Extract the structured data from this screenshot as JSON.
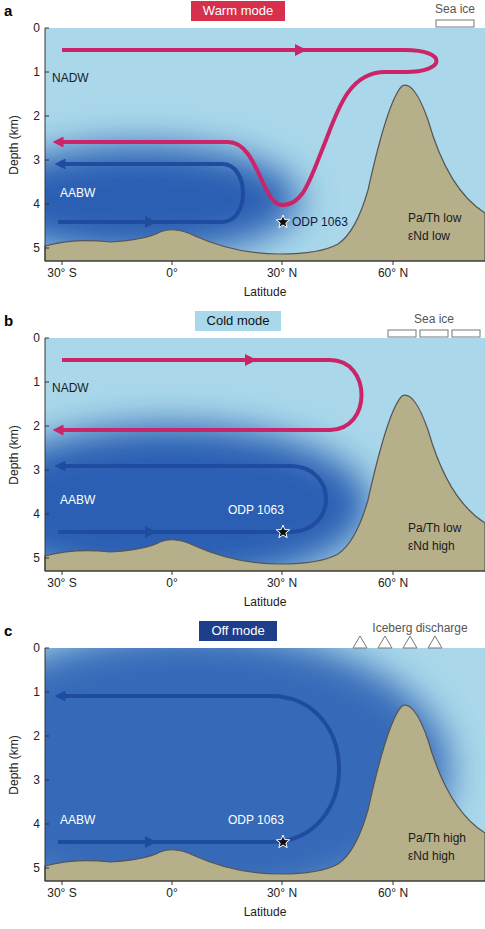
{
  "diagram": {
    "nodes": [
      {
        "text": [
          "Warm mode"
        ]
      },
      {
        "text": [
          "Cold mode"
        ]
      },
      {
        "text": [
          "Off mode"
        ]
      }
    ],
    "labels": [
      "a",
      "Sea ice",
      "0",
      "1",
      "2",
      "3",
      "4",
      "5",
      "Depth (km)",
      "NADW",
      "AABW",
      "ODP 1063",
      "Pa/Th low",
      "εNd low",
      "30° S",
      "0°",
      "30° N",
      "60° N",
      "Latitude",
      "b",
      "Sea ice",
      "0",
      "1",
      "2",
      "3",
      "4",
      "5",
      "Depth (km)",
      "NADW",
      "AABW",
      "ODP 1063",
      "Pa/Th low",
      "εNd high",
      "30° S",
      "0°",
      "30° N",
      "60° N",
      "Latitude",
      "c",
      "Iceberg discharge",
      "0",
      "1",
      "2",
      "3",
      "4",
      "5",
      "Depth (km)",
      "AABW",
      "ODP 1063",
      "Pa/Th high",
      "εNd high",
      "30° S",
      "0°",
      "30° N",
      "60° N",
      "Latitude"
    ]
  }
}
